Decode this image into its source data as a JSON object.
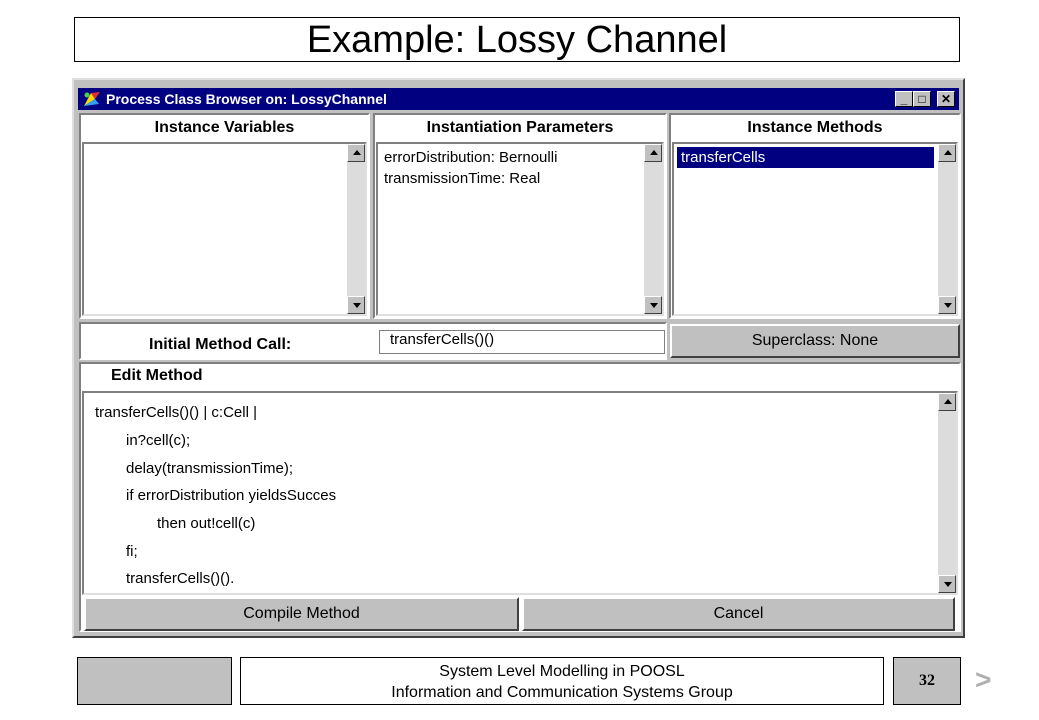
{
  "slide": {
    "title": "Example: Lossy Channel",
    "footer_line1": "System Level Modelling in POOSL",
    "footer_line2": "Information and Communication Systems Group",
    "page_number": "32",
    "next_glyph": ">"
  },
  "window": {
    "title": "Process Class Browser on: LossyChannel",
    "minimize_glyph": "_",
    "maximize_glyph": "□",
    "close_glyph": "✕"
  },
  "panels": {
    "instance_variables": {
      "header": "Instance Variables",
      "items": []
    },
    "instantiation_parameters": {
      "header": "Instantiation Parameters",
      "items": [
        "errorDistribution: Bernoulli",
        "transmissionTime: Real"
      ]
    },
    "instance_methods": {
      "header": "Instance Methods",
      "items": [
        "transferCells"
      ],
      "selected_index": 0
    }
  },
  "initial_method_call": {
    "label": "Initial Method Call:",
    "value": "transferCells()()"
  },
  "superclass_button": "Superclass: None",
  "edit_method": {
    "header": "Edit Method",
    "code": [
      "transferCells()() | c:Cell |",
      "in?cell(c);",
      "delay(transmissionTime);",
      "if errorDistribution yieldsSucces",
      "then out!cell(c)",
      "fi;",
      "transferCells()()."
    ]
  },
  "buttons": {
    "compile": "Compile Method",
    "cancel": "Cancel"
  },
  "colors": {
    "titlebar": "#000080",
    "face": "#c0c0c0",
    "selection": "#000080"
  }
}
